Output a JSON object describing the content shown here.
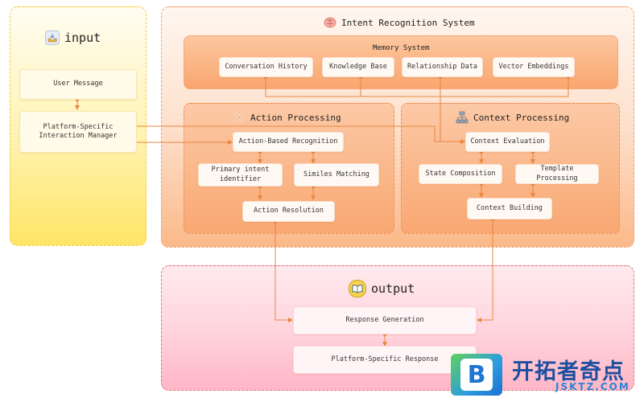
{
  "input": {
    "title": "input",
    "user_message": "User Message",
    "interaction_manager": "Platform-Specific\nInteraction Manager"
  },
  "irs": {
    "title": "Intent Recognition System",
    "memory": {
      "title": "Memory System",
      "items": [
        "Conversation History",
        "Knowledge Base",
        "Relationship Data",
        "Vector Embeddings"
      ]
    },
    "action": {
      "title": "Action Processing",
      "recognition": "Action-Based Recognition",
      "primary": "Primary intent\nidentifier",
      "similes": "Similes Matching",
      "resolution": "Action Resolution"
    },
    "context": {
      "title": "Context Processing",
      "evaluation": "Context Evaluation",
      "state": "State Composition",
      "template": "Template Processing",
      "building": "Context Building"
    }
  },
  "output": {
    "title": "output",
    "response_generation": "Response Generation",
    "platform_response": "Platform-Specific Response"
  },
  "watermark": {
    "logo_letter": "B",
    "name": "开拓者奇点",
    "url": "JSKTZ.COM"
  },
  "colors": {
    "accent": "#e8863f",
    "input_border": "#f2c94c",
    "irs_border": "#f0a070",
    "output_border": "#e57373"
  }
}
